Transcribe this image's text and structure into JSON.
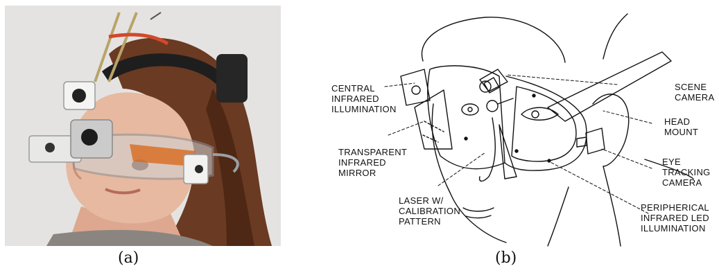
{
  "captions": {
    "a": "(a)",
    "b": "(b)"
  },
  "diagram_labels": {
    "central_infrared_illumination": "CENTRAL\nINFRARED\nILLUMINATION",
    "transparent_infrared_mirror": "TRANSPARENT\nINFRARED\nMIRROR",
    "laser_calibration_pattern": "LASER W/\nCALIBRATION\nPATTERN",
    "scene_camera": "SCENE\nCAMERA",
    "head_mount": "HEAD\nMOUNT",
    "eye_tracking_camera": "EYE\nTRACKING\nCAMERA",
    "peripheral_infrared_led_illumination": "PERIPHERICAL\nINFRARED LED\nILLUMINATION"
  },
  "colors": {
    "photo_background": "#e9e9e7",
    "hair": "#6b3a22",
    "skin": "#e6b9a0",
    "strap": "#1e1e1e",
    "line": "#111111"
  }
}
